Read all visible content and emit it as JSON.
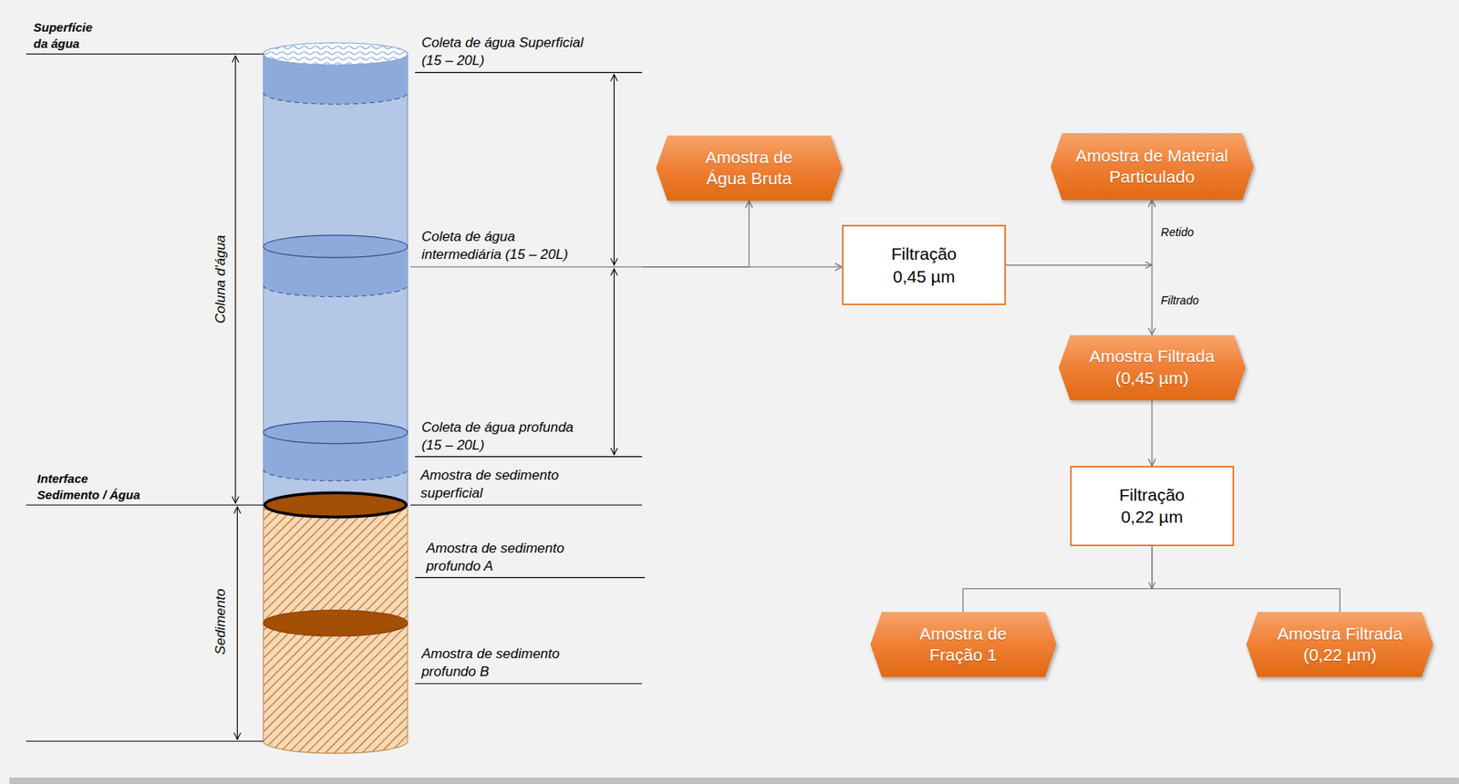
{
  "diagram": {
    "nodes": [
      {
        "text": [
          "Coleta de água intermediária (15 – 20L)"
        ]
      },
      {
        "text": [
          "Amostra de Água Bruta"
        ]
      },
      {
        "text": [
          "Filtração 0,45 µm"
        ]
      },
      {
        "text": [
          "Amostra de Material Particulado"
        ]
      },
      {
        "text": [
          "Amostra Filtrada (0,45 µm)"
        ]
      },
      {
        "text": [
          "Filtração 0,22 µm"
        ]
      },
      {
        "text": [
          "Amostra de Fração 1"
        ]
      },
      {
        "text": [
          "Amostra Filtrada (0,22 µm)"
        ]
      }
    ],
    "edges": [
      {
        "from": 0,
        "to": 1,
        "arrow": "to"
      },
      {
        "from": 0,
        "to": 2,
        "arrow": "to"
      },
      {
        "from": 2,
        "to": 3,
        "label": "Retido",
        "arrow": "to"
      },
      {
        "from": 2,
        "to": 4,
        "label": "Filtrado",
        "arrow": "to"
      },
      {
        "from": 4,
        "to": 5,
        "arrow": "to"
      },
      {
        "from": 5,
        "to": 6,
        "arrow": "none"
      },
      {
        "from": 5,
        "to": 7,
        "arrow": "none"
      }
    ],
    "labels": [
      "Superfície da água",
      "Coluna d'água",
      "Interface Sedimento / Água",
      "Sedimento",
      "Coleta de água Superficial (15 – 20L)",
      "Coleta de água profunda (15 – 20L)",
      "Amostra de sedimento superficial",
      "Amostra de sedimento profundo A",
      "Amostra de sedimento profundo B"
    ]
  }
}
